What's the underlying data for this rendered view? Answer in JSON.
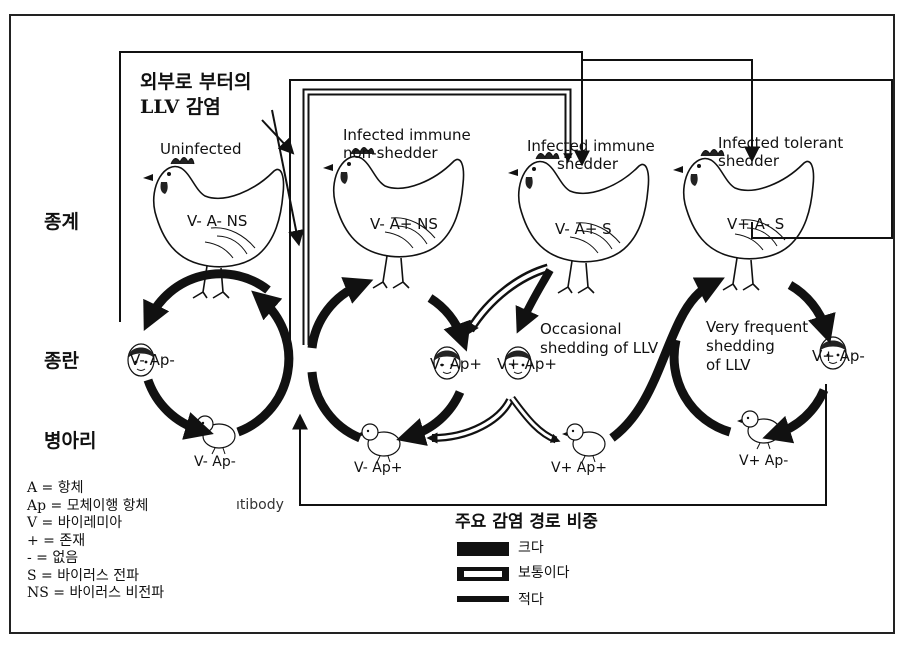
{
  "source_label": "외부로 부터의\nLLV 감염",
  "source_label_lines": [
    "외부로 부터의",
    "LLV 감염"
  ],
  "stage_labels": {
    "parent": "종계",
    "egg": "종란",
    "chick": "병아리"
  },
  "hens": [
    {
      "title_lines": [
        "Uninfected"
      ],
      "code": "V- A- NS"
    },
    {
      "title_lines": [
        "Infected immune",
        "non-shedder"
      ],
      "code": "V- A+ NS"
    },
    {
      "title_lines": [
        "Infected immune",
        "shedder"
      ],
      "code": "V- A+ S"
    },
    {
      "title_lines": [
        "Infected tolerant",
        "shedder"
      ],
      "code": "V+ A- S"
    }
  ],
  "eggs": [
    "V- Ap-",
    "V- Ap+",
    "V+ Ap+",
    "V+ Ap-"
  ],
  "chicks": [
    "V- Ap-",
    "V- Ap+",
    "V+ Ap+",
    "V+ Ap-"
  ],
  "notes": [
    {
      "lines": [
        "Occasional",
        "shedding of LLV"
      ]
    },
    {
      "lines": [
        "Very frequent",
        "shedding",
        "of LLV"
      ]
    }
  ],
  "abbreviations": [
    "A = 항체",
    "Ap = 모체이행 항체",
    "V = 바이레미아",
    "+ = 존재",
    "- = 없음",
    "S = 바이러스 전파",
    "NS = 바이러스 비전파"
  ],
  "truncated_word": "ıtibody",
  "legend": {
    "title": "주요 감염 경로 비중",
    "items": [
      {
        "style": "solid",
        "label": "크다"
      },
      {
        "style": "hollow",
        "label": "보통이다"
      },
      {
        "style": "thin",
        "label": "적다"
      }
    ]
  },
  "colors": {
    "ink": "#111111",
    "hen_fill": "#ffffff",
    "comb": "#222222"
  }
}
